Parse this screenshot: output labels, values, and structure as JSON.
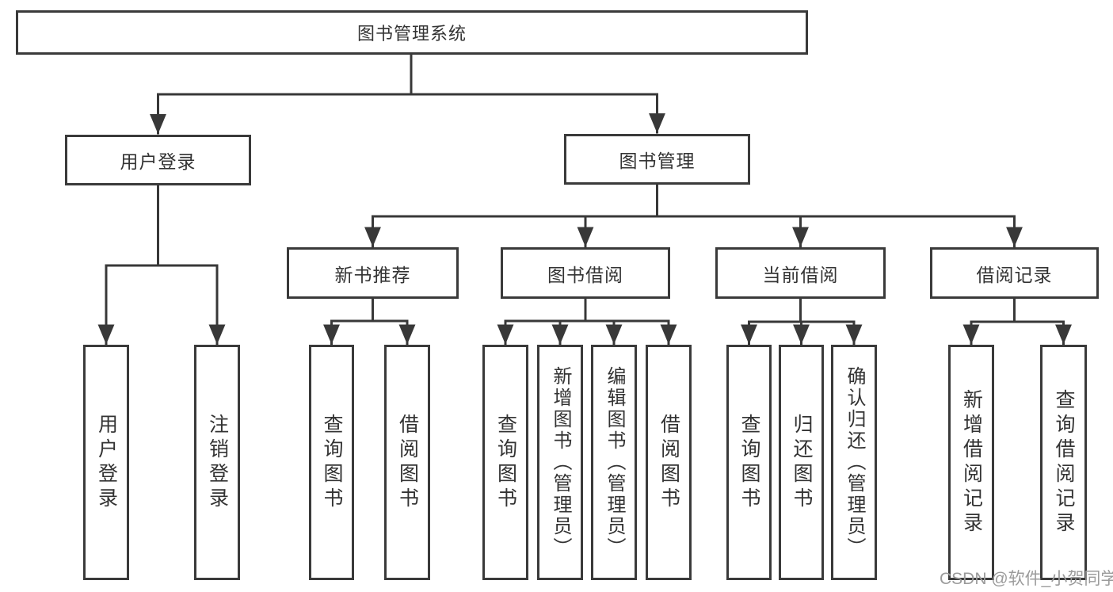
{
  "colors": {
    "line": "#383838",
    "border": "#3a3a3a",
    "text": "#333333",
    "watermark": "#9b9b9b",
    "background": "#ffffff"
  },
  "watermark": "CSDN @软件_小贺同学",
  "diagram": {
    "root": {
      "label": "图书管理系统"
    },
    "level2": [
      {
        "label": "用户登录"
      },
      {
        "label": "图书管理"
      }
    ],
    "level3": [
      {
        "label": "新书推荐",
        "parent": "图书管理"
      },
      {
        "label": "图书借阅",
        "parent": "图书管理"
      },
      {
        "label": "当前借阅",
        "parent": "图书管理"
      },
      {
        "label": "借阅记录",
        "parent": "图书管理"
      }
    ],
    "leaves": [
      {
        "label": "用户登录",
        "parent": "用户登录"
      },
      {
        "label": "注销登录",
        "parent": "用户登录"
      },
      {
        "label": "查询图书",
        "parent": "新书推荐"
      },
      {
        "label": "借阅图书",
        "parent": "新书推荐"
      },
      {
        "label": "查询图书",
        "parent": "图书借阅"
      },
      {
        "label": "新增图书（管理员）",
        "parent": "图书借阅"
      },
      {
        "label": "编辑图书（管理员）",
        "parent": "图书借阅"
      },
      {
        "label": "借阅图书",
        "parent": "图书借阅"
      },
      {
        "label": "查询图书",
        "parent": "当前借阅"
      },
      {
        "label": "归还图书",
        "parent": "当前借阅"
      },
      {
        "label": "确认归还（管理员）",
        "parent": "当前借阅"
      },
      {
        "label": "新增借阅记录",
        "parent": "借阅记录"
      },
      {
        "label": "查询借阅记录",
        "parent": "借阅记录"
      }
    ]
  }
}
